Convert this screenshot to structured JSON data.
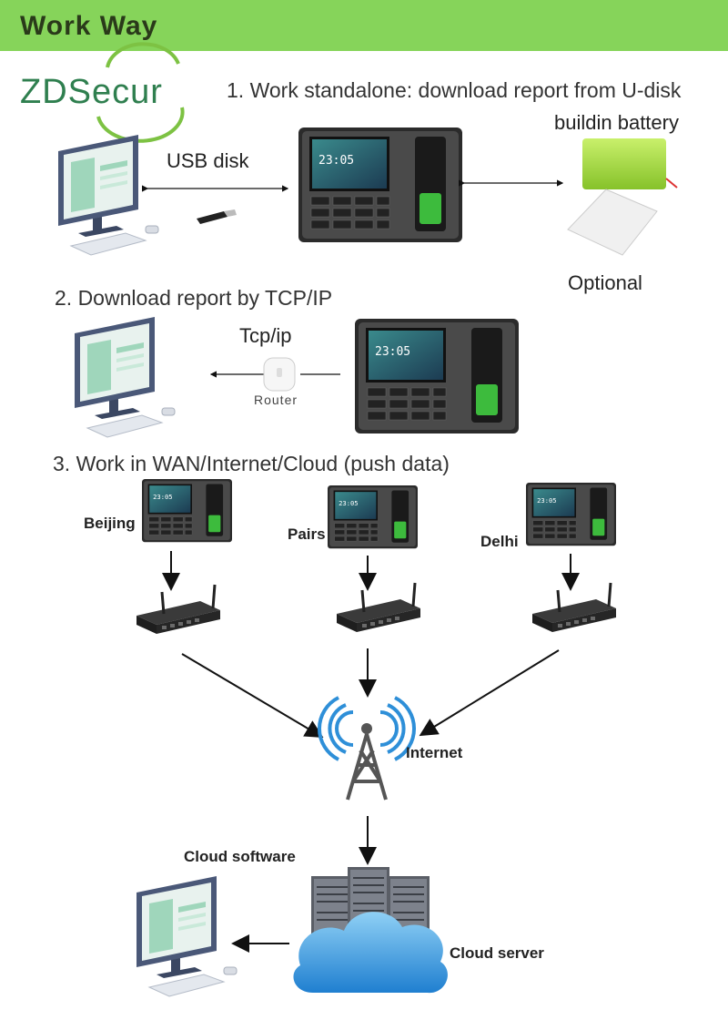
{
  "header": {
    "title": "Work  Way"
  },
  "logo": {
    "text": "ZDSecur"
  },
  "section1": {
    "title": "1. Work standalone: download report from U-disk",
    "usb_label": "USB disk",
    "battery_label": "buildin battery",
    "optional_label": "Optional"
  },
  "section2": {
    "title": "2. Download report by TCP/IP",
    "tcp_label": "Tcp/ip",
    "router_label": "Router"
  },
  "section3": {
    "title": "3. Work in WAN/Internet/Cloud (push data)",
    "cities": [
      "Beijing",
      "Pairs",
      "Delhi"
    ],
    "internet_label": "Internet",
    "cloud_software_label": "Cloud software",
    "cloud_server_label": "Cloud server"
  },
  "colors": {
    "banner": "#86d45a",
    "logo_green": "#7dc243",
    "cloud_blue": "#2e8fd8"
  }
}
